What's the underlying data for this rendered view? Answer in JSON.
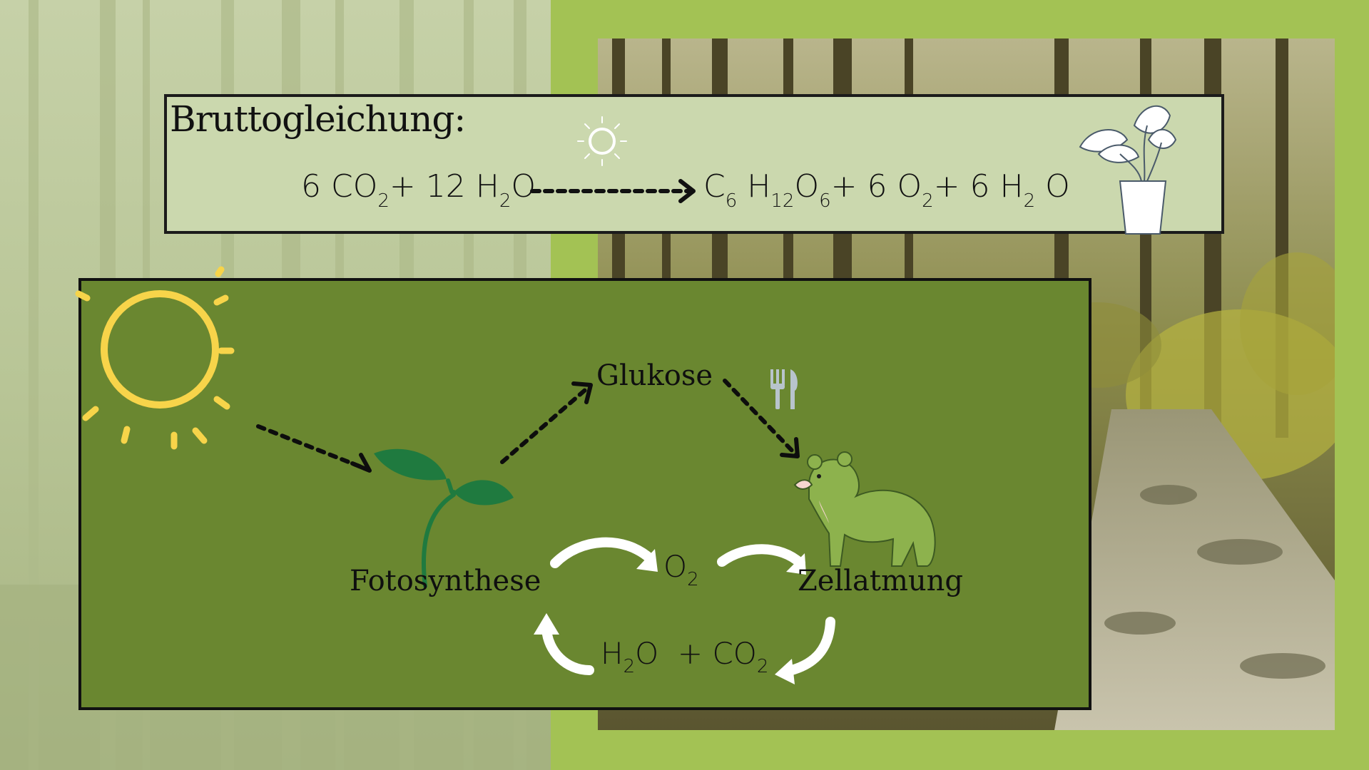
{
  "equation_box": {
    "title": "Bruttogleichung:",
    "lhs": {
      "c1": "6 CO",
      "s1": "2",
      "c2": "+ 12 H",
      "s2": "2",
      "c3": "O"
    },
    "rhs": {
      "c1": "C",
      "s1": "6",
      "c2": " H",
      "s2": "12",
      "c3": "O",
      "s3": "6",
      "c4": "+ 6 O",
      "s4": "2",
      "c5": "+ 6 H",
      "s5": "2",
      "c6": " O"
    }
  },
  "diagram": {
    "glukose": "Glukose",
    "fotosynthese": "Fotosynthese",
    "zellatmung": "Zellatmung",
    "o2": {
      "c": "O",
      "s": "2"
    },
    "h2o_co2": {
      "c1": "H",
      "s1": "2",
      "c2": "O  + CO",
      "s2": "2"
    }
  },
  "colors": {
    "slide_green": "#a3c254",
    "equation_box": "#cbd8ae",
    "diagram_green": "#6a8730",
    "sun_yellow": "#f7d44a",
    "leaf_green": "#1f7a3f",
    "bear_green": "#8db24d"
  },
  "icons": [
    "sun-icon",
    "small-sun-icon",
    "plant-pot-icon",
    "sprout-icon",
    "bear-icon",
    "cutlery-icon"
  ]
}
